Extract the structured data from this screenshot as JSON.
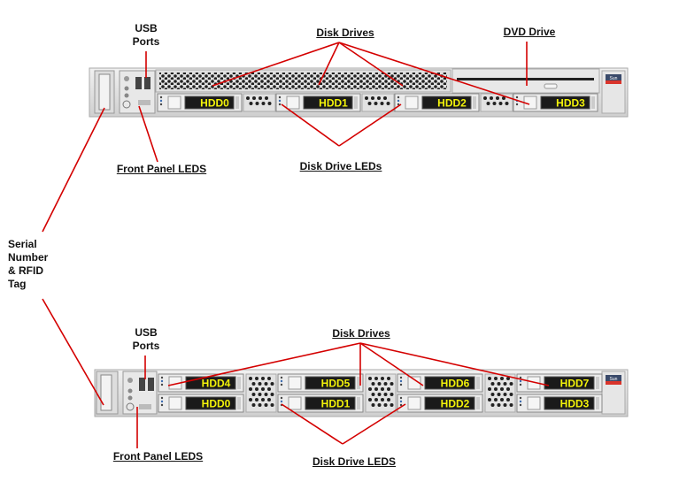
{
  "labels": {
    "top": {
      "usb_ports": [
        "USB",
        "Ports"
      ],
      "disk_drives": "Disk Drives",
      "dvd_drive": "DVD Drive",
      "front_panel_leds": "Front Panel LEDS",
      "disk_drive_leds": "Disk Drive LEDs"
    },
    "serial_tag": [
      "Serial",
      "Number",
      "& RFID",
      "Tag"
    ],
    "bottom": {
      "usb_ports": [
        "USB",
        "Ports"
      ],
      "disk_drives": "Disk Drives",
      "front_panel_leds": "Front Panel LEDS",
      "disk_drive_leds": "Disk Drive LEDS"
    }
  },
  "servers": {
    "top": {
      "drives": [
        "HDD0",
        "HDD1",
        "HDD2",
        "HDD3"
      ]
    },
    "bottom": {
      "upper_drives": [
        "HDD4",
        "HDD5",
        "HDD6",
        "HDD7"
      ],
      "lower_drives": [
        "HDD0",
        "HDD1",
        "HDD2",
        "HDD3"
      ]
    }
  },
  "colors": {
    "callout_line": "#d40000",
    "hdd_label": "#f2f20a",
    "chassis": "#e4e4e4",
    "brand_badge": "#d9342b"
  },
  "brand": "Sun"
}
